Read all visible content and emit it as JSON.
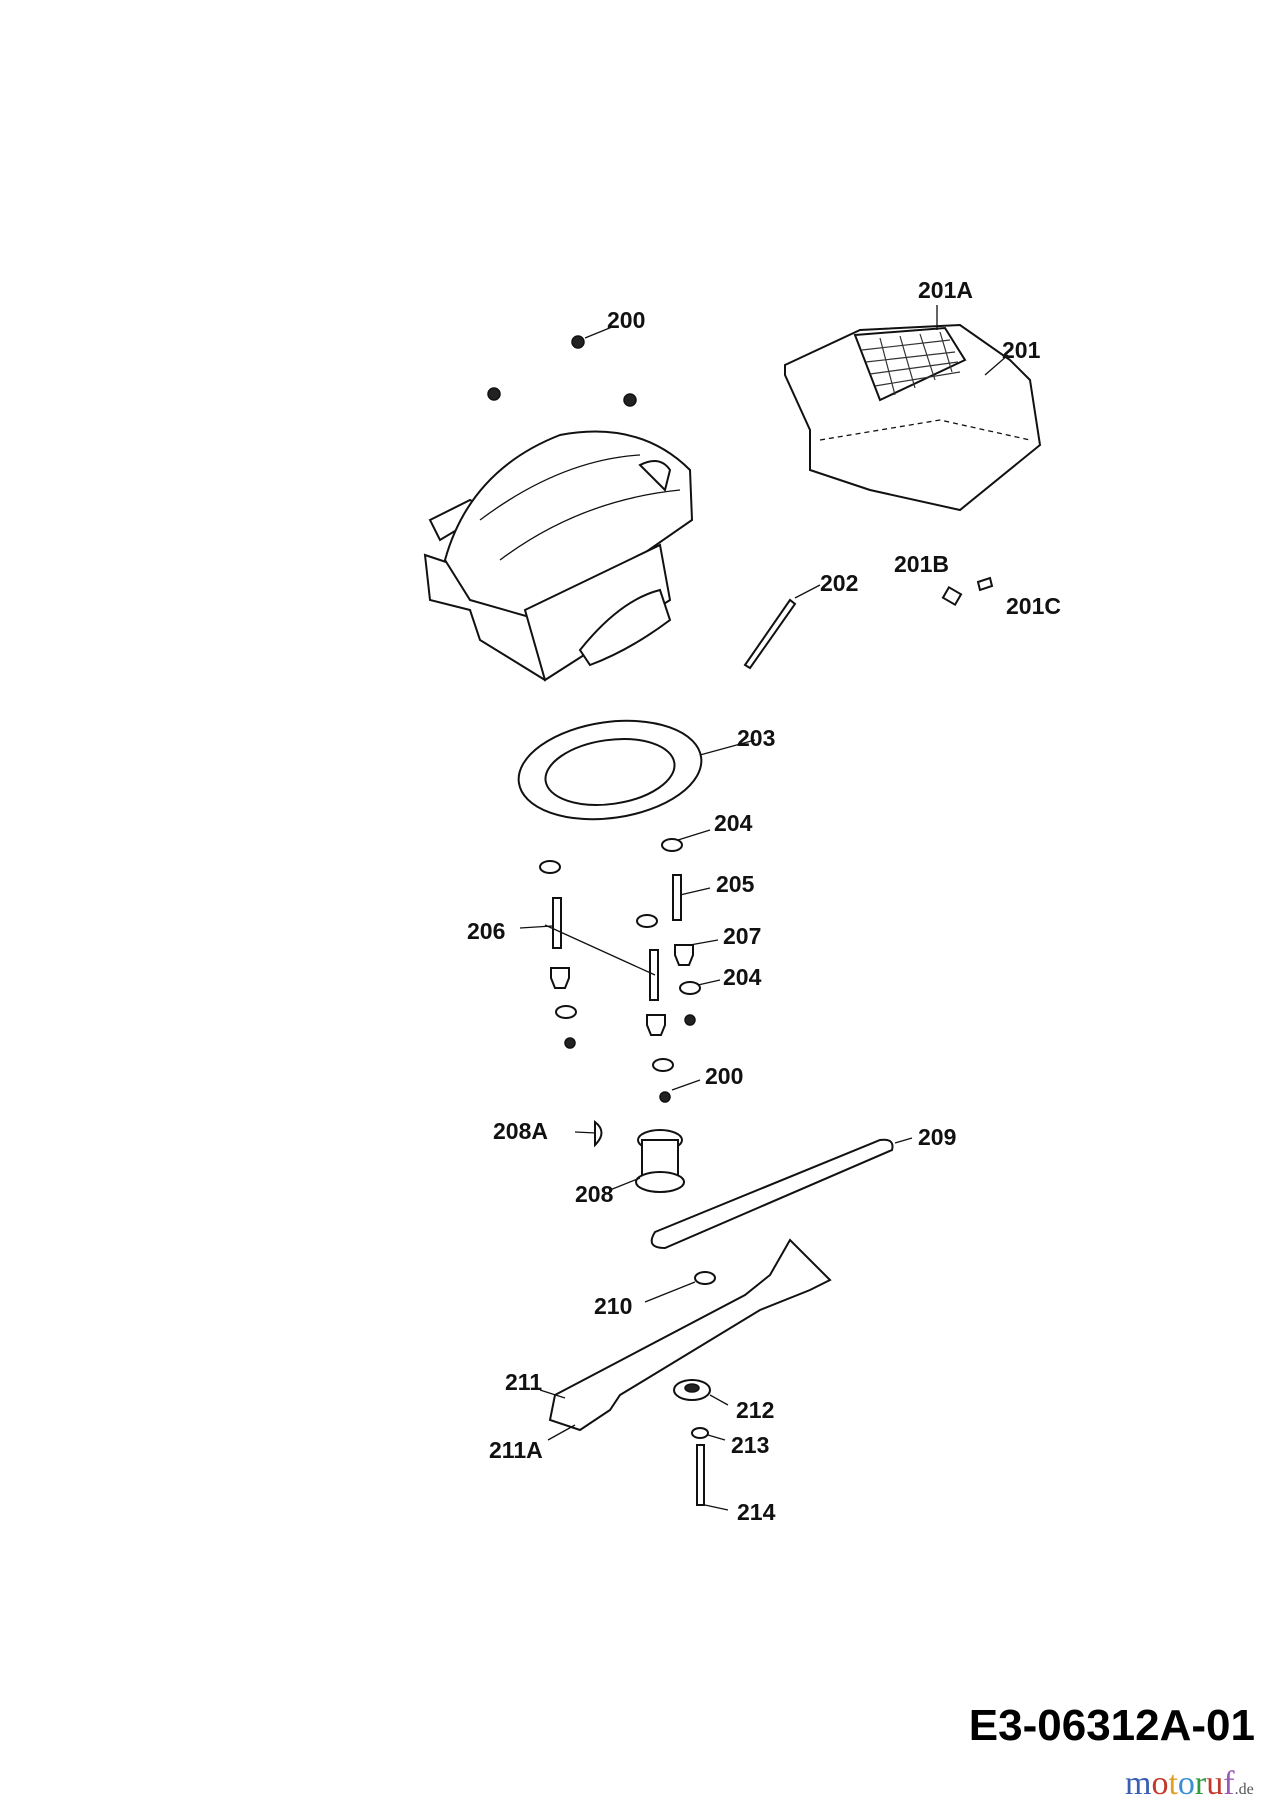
{
  "diagram": {
    "drawing_number": "E3-06312A-01",
    "watermark": {
      "text": "motoruf",
      "suffix": ".de"
    },
    "part_labels": {
      "p200_top": "200",
      "p201A": "201A",
      "p201": "201",
      "p202": "202",
      "p201B": "201B",
      "p201C": "201C",
      "p203": "203",
      "p204_a": "204",
      "p205": "205",
      "p206": "206",
      "p207": "207",
      "p204_b": "204",
      "p200_bottom": "200",
      "p208A": "208A",
      "p209": "209",
      "p208": "208",
      "p210": "210",
      "p211": "211",
      "p212": "212",
      "p211A": "211A",
      "p213": "213",
      "p214": "214"
    }
  }
}
